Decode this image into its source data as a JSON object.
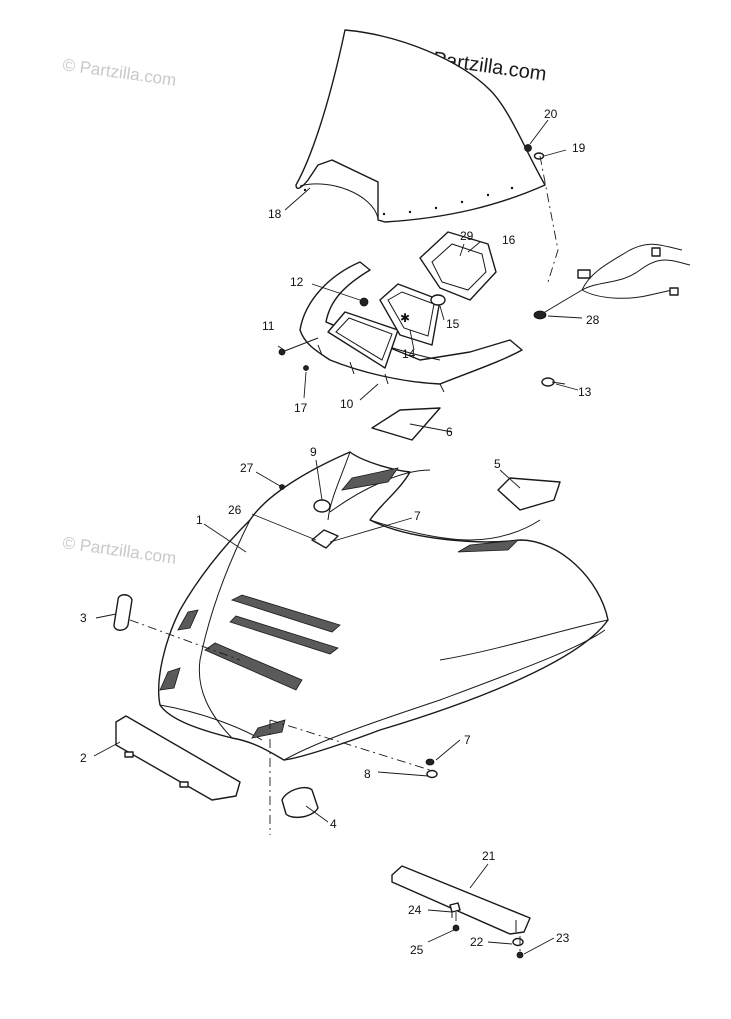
{
  "watermarks": {
    "main": "© Partzilla.com",
    "ghost": "© Partzilla.com"
  },
  "callouts": {
    "c1": "1",
    "c2": "2",
    "c3": "3",
    "c4": "4",
    "c5": "5",
    "c6": "6",
    "c7a": "7",
    "c7b": "7",
    "c8": "8",
    "c9": "9",
    "c10": "10",
    "c11": "11",
    "c12": "12",
    "c13": "13",
    "c14": "14",
    "c15": "15",
    "c16": "16",
    "c17": "17",
    "c18": "18",
    "c19": "19",
    "c20": "20",
    "c21": "21",
    "c22": "22",
    "c23": "23",
    "c24": "24",
    "c25": "25",
    "c26": "26",
    "c27": "27",
    "c28": "28",
    "c29": "29"
  }
}
